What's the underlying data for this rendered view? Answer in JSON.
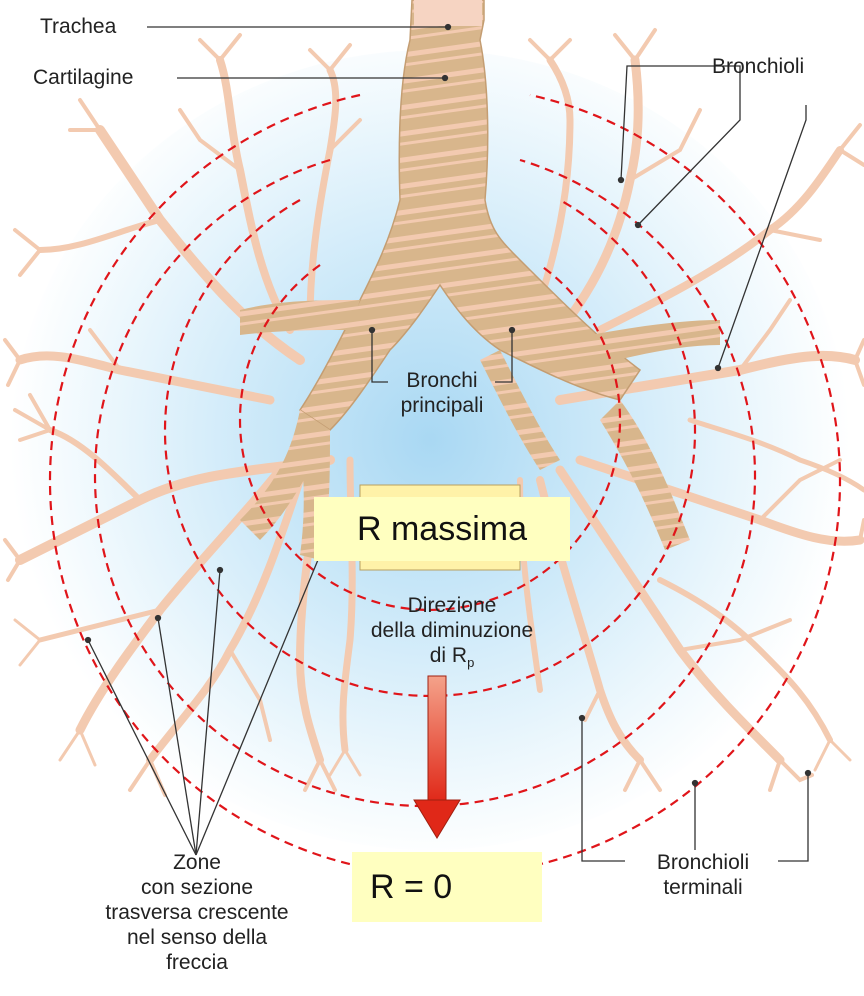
{
  "labels": {
    "trachea": "Trachea",
    "cartilage": "Cartilagine",
    "bronchioles": "Bronchioli",
    "main_bronchi": [
      "Bronchi",
      "principali"
    ],
    "direction": [
      "Direzione",
      "della diminuzione",
      "di R"
    ],
    "direction_subscript": "p",
    "zones": [
      "Zone",
      "con sezione",
      "trasversa crescente",
      "nel senso della",
      "freccia"
    ],
    "terminal_bronchioles": [
      "Bronchioli",
      "terminali"
    ]
  },
  "callouts": {
    "max": "R massima",
    "zero": "R = 0"
  },
  "colors": {
    "airway_fill": "#dcb88e",
    "cartilage_band": "#f4cdb6",
    "branch_fill": "#f3cdb5",
    "dashed_circle": "#e0151a",
    "arrow_red": "#e03020",
    "background_glow": "#bfe2f6",
    "callout_bg": "#ffffc0"
  }
}
